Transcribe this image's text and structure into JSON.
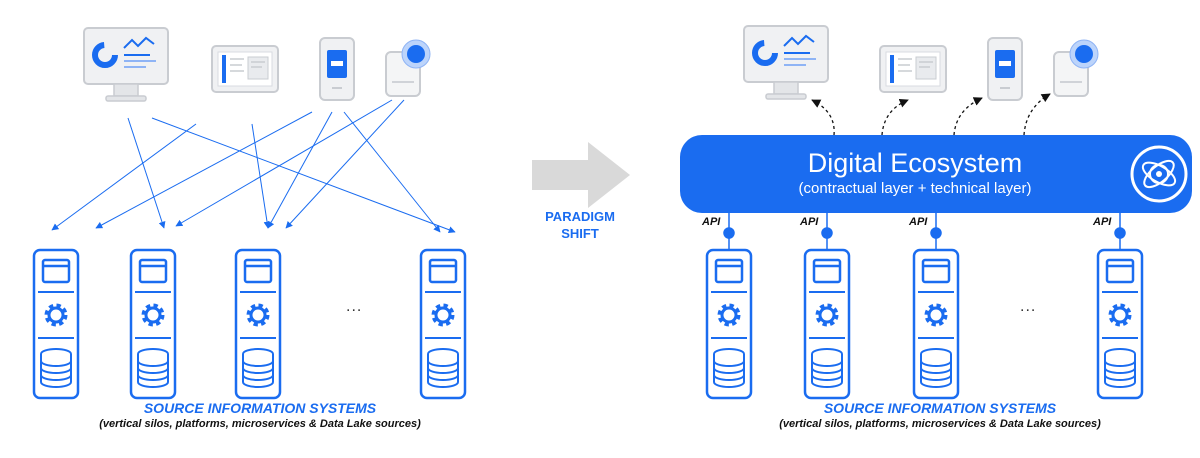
{
  "left": {
    "caption_title": "SOURCE INFORMATION SYSTEMS",
    "caption_sub": "(vertical silos, platforms, microservices & Data Lake sources)",
    "ellipsis": "..."
  },
  "shift": {
    "line1": "PARADIGM",
    "line2": "SHIFT"
  },
  "right": {
    "eco_title": "Digital Ecosystem",
    "eco_sub": "(contractual layer + technical layer)",
    "api_label": "API",
    "caption_title": "SOURCE INFORMATION SYSTEMS",
    "caption_sub": "(vertical silos, platforms, microservices & Data Lake sources)",
    "ellipsis": "..."
  },
  "icons": {
    "devices": [
      "desktop-monitor-icon",
      "tablet-icon",
      "smartphone-icon",
      "smartwatch-icon"
    ],
    "server": [
      "window-icon",
      "gear-icon",
      "database-icon"
    ],
    "ecosystem": "network-globe-icon",
    "arrow": "big-right-arrow-icon"
  },
  "colors": {
    "accent": "#1a6cf0",
    "device_fill": "#f0f1f3",
    "device_stroke": "#c9ccd1",
    "arrow_gray": "#d9d9d9"
  }
}
